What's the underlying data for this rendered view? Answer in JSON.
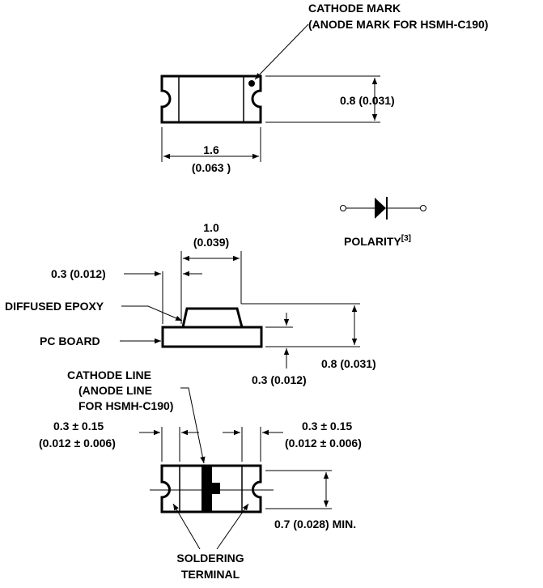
{
  "top_view": {
    "cathode_mark_line1": "CATHODE MARK",
    "cathode_mark_line2": "(ANODE MARK FOR HSMH-C190)",
    "height_dim": "0.8 (0.031)",
    "width_dim_line1": "1.6",
    "width_dim_line2": "(0.063 )"
  },
  "polarity": {
    "label": "POLARITY",
    "ref": "[3]"
  },
  "side_view": {
    "lens_width_line1": "1.0",
    "lens_width_line2": "(0.039)",
    "offset_dim": "0.3 (0.012)",
    "diffused_epoxy": "DIFFUSED EPOXY",
    "pc_board": "PC BOARD",
    "total_height_dim": "0.8 (0.031)",
    "board_height_dim": "0.3 (0.012)"
  },
  "bottom_view": {
    "cathode_line_line1": "CATHODE LINE",
    "cathode_line_line2": "(ANODE LINE",
    "cathode_line_line3": "FOR HSMH-C190)",
    "left_terminal_dim_line1": "0.3 ± 0.15",
    "left_terminal_dim_line2": "(0.012 ± 0.006)",
    "right_terminal_dim_line1": "0.3 ± 0.15",
    "right_terminal_dim_line2": "(0.012 ± 0.006)",
    "min_height_dim": "0.7 (0.028) MIN.",
    "soldering_line1": "SOLDERING",
    "soldering_line2": "TERMINAL"
  }
}
